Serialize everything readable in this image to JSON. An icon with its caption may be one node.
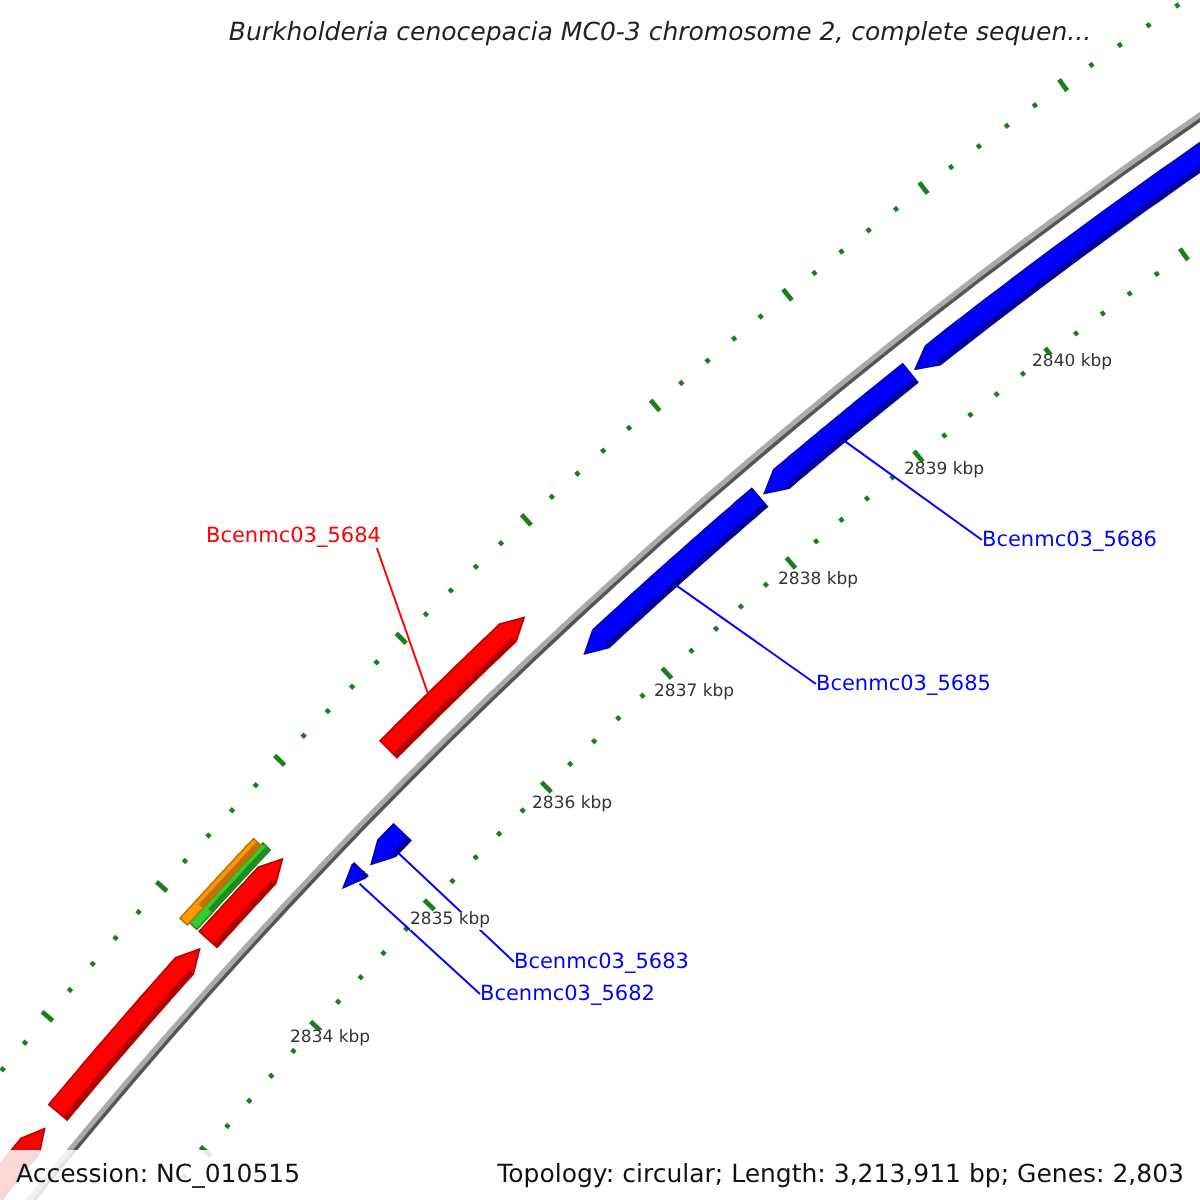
{
  "diagram": {
    "title": "Burkholderia cenocepacia MC0-3 chromosome 2, complete sequen...",
    "nodes": [
      {
        "text": [
          "Bcenmc03_5684"
        ]
      },
      {
        "text": [
          "Bcenmc03_5686"
        ]
      },
      {
        "text": [
          "Bcenmc03_5685"
        ]
      },
      {
        "text": [
          "Bcenmc03_5683"
        ]
      },
      {
        "text": [
          "Bcenmc03_5682"
        ]
      },
      {
        "text": [],
        "shape": "bar"
      },
      {
        "text": [],
        "shape": "bar"
      },
      {
        "text": [],
        "shape": "bar"
      },
      {
        "text": [],
        "shape": "bar"
      },
      {
        "text": [],
        "shape": "bar"
      }
    ],
    "edges": [
      {
        "from": 0,
        "to": 7,
        "arrow": "none",
        "color": "#ff0000"
      },
      {
        "from": 1,
        "to": 9,
        "arrow": "none"
      },
      {
        "from": 2,
        "to": 8,
        "arrow": "none"
      },
      {
        "from": 3,
        "to": 6,
        "arrow": "none"
      },
      {
        "from": 4,
        "to": 5,
        "arrow": "none"
      }
    ],
    "labels": [
      "2840 kbp",
      "2839 kbp",
      "2838 kbp",
      "2837 kbp",
      "2836 kbp",
      "2835 kbp",
      "2834 kbp",
      "Accession: NC_010515",
      "Topology: circular; Length: 3,213,911 bp; Genes: 2,803"
    ]
  }
}
